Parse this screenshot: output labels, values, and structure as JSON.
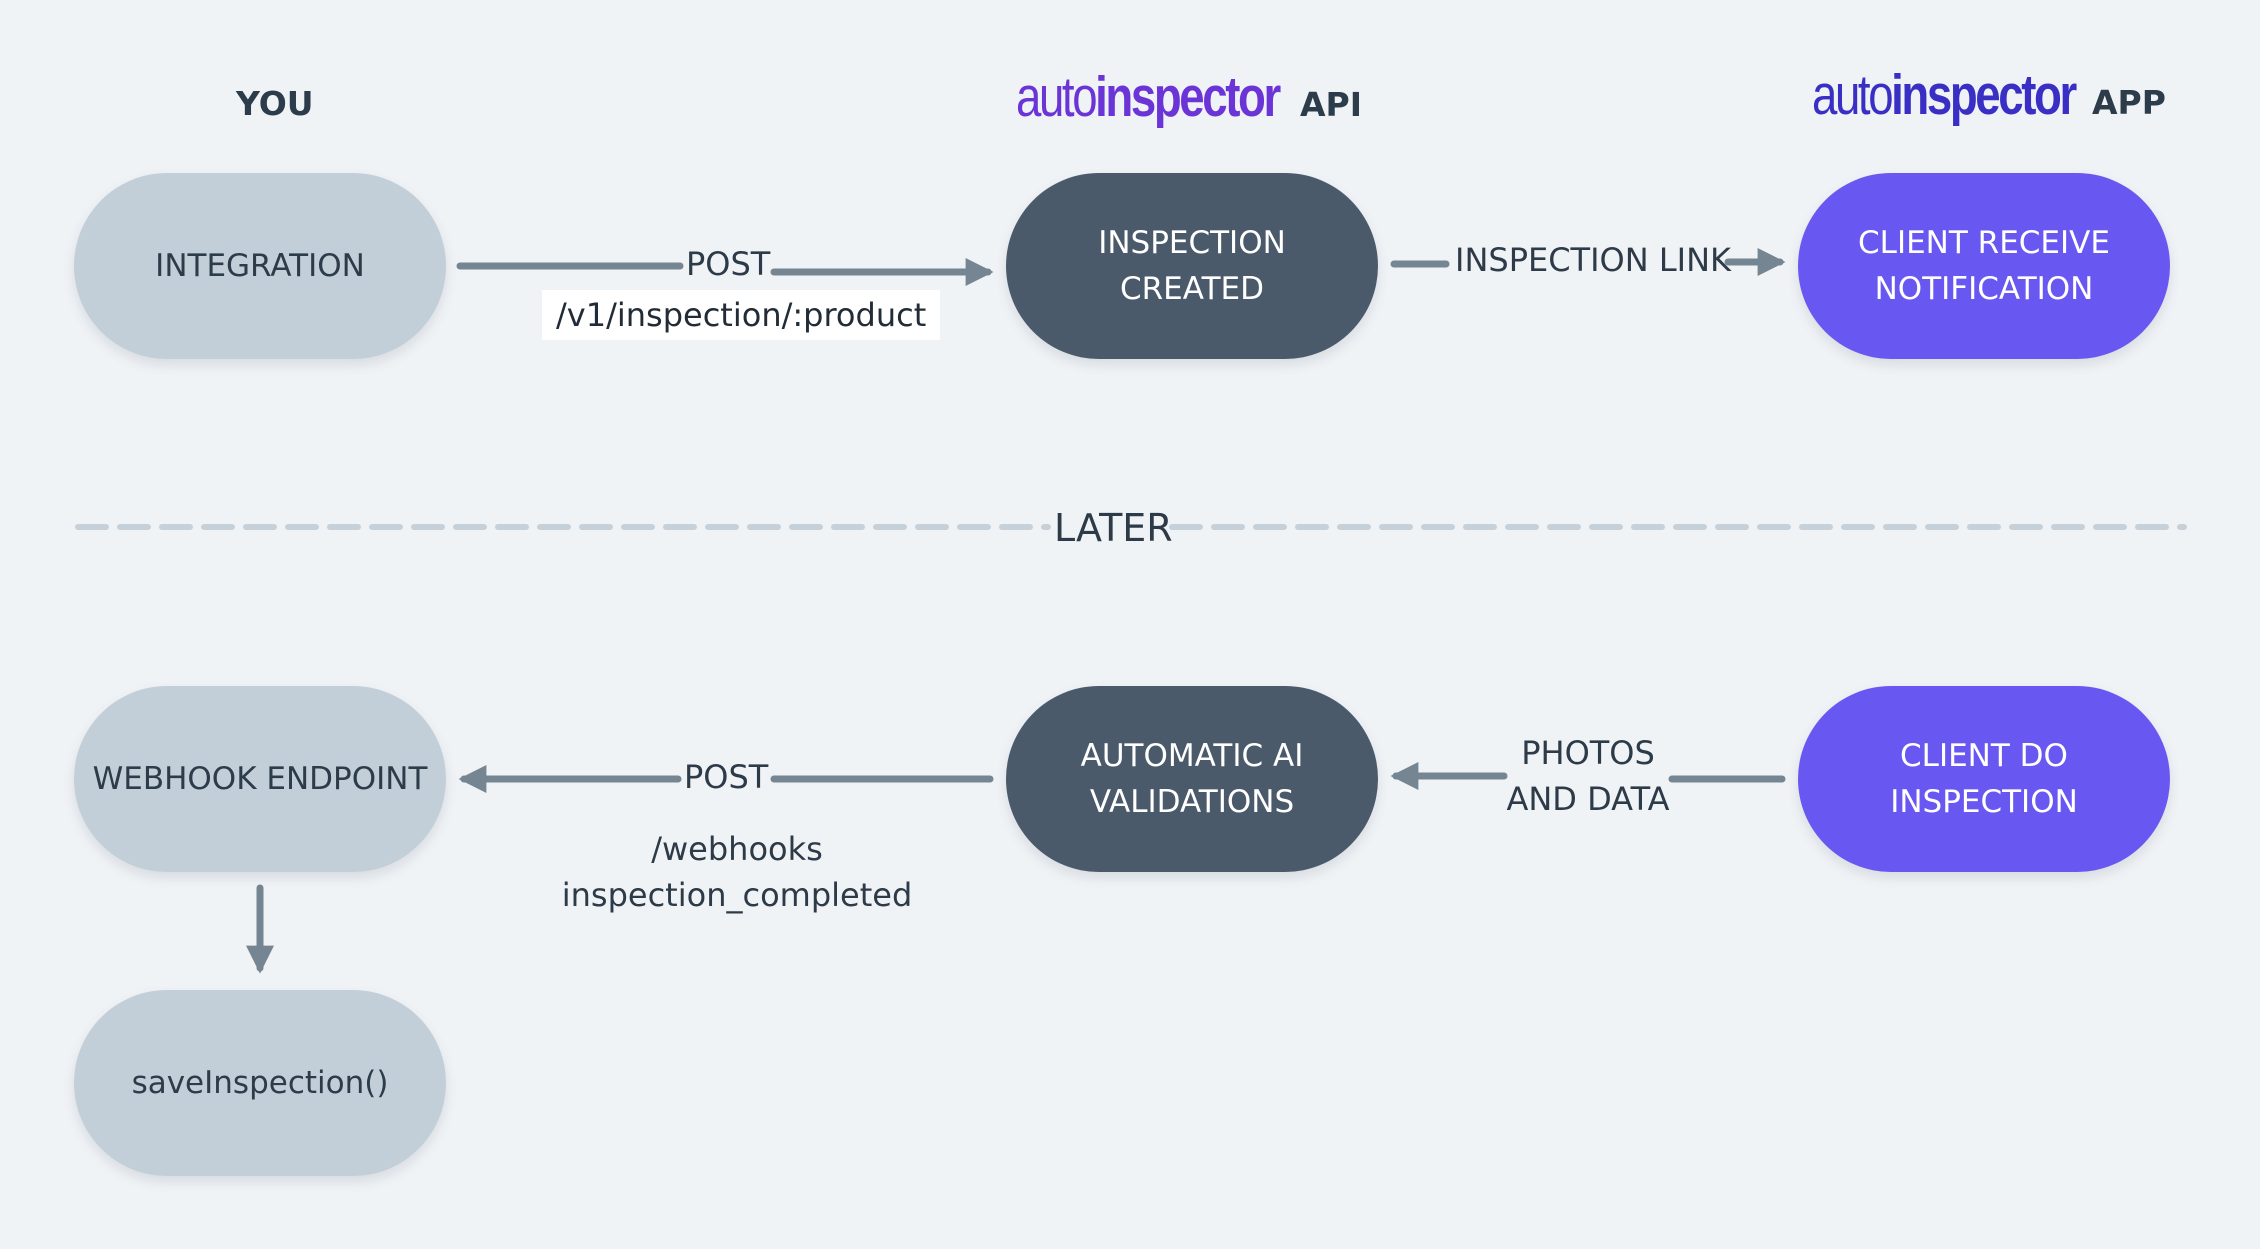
{
  "colors": {
    "background": "#f0f3f6",
    "pill_light": "#c3cfd8",
    "pill_dark": "#4a5a6a",
    "pill_purple": "#6957f2",
    "arrow": "#758592",
    "divider": "#c5d0d9",
    "brand_api": "#6b34d6",
    "brand_app": "#3a2fc4"
  },
  "headers": {
    "you": "YOU",
    "api_brand_auto": "auto",
    "api_brand_inspector": "inspector",
    "api_suffix": "API",
    "app_brand_auto": "auto",
    "app_brand_inspector": "inspector",
    "app_suffix": "APP"
  },
  "nodes": {
    "integration": "INTEGRATION",
    "inspection_created": "INSPECTION\nCREATED",
    "client_receive": "CLIENT RECEIVE\nNOTIFICATION",
    "webhook_endpoint": "WEBHOOK ENDPOINT",
    "ai_validations": "AUTOMATIC AI\nVALIDATIONS",
    "client_do": "CLIENT DO\nINSPECTION",
    "save_inspection": "saveInspection()"
  },
  "edges": {
    "post_top": "POST",
    "post_top_path": "/v1/inspection/:product",
    "inspection_link": "INSPECTION LINK",
    "post_bottom": "POST",
    "webhook_path_line1": "/webhooks",
    "webhook_path_line2": "inspection_completed",
    "photos_line1": "PHOTOS",
    "photos_line2": "AND DATA"
  },
  "divider": {
    "label": "LATER"
  }
}
